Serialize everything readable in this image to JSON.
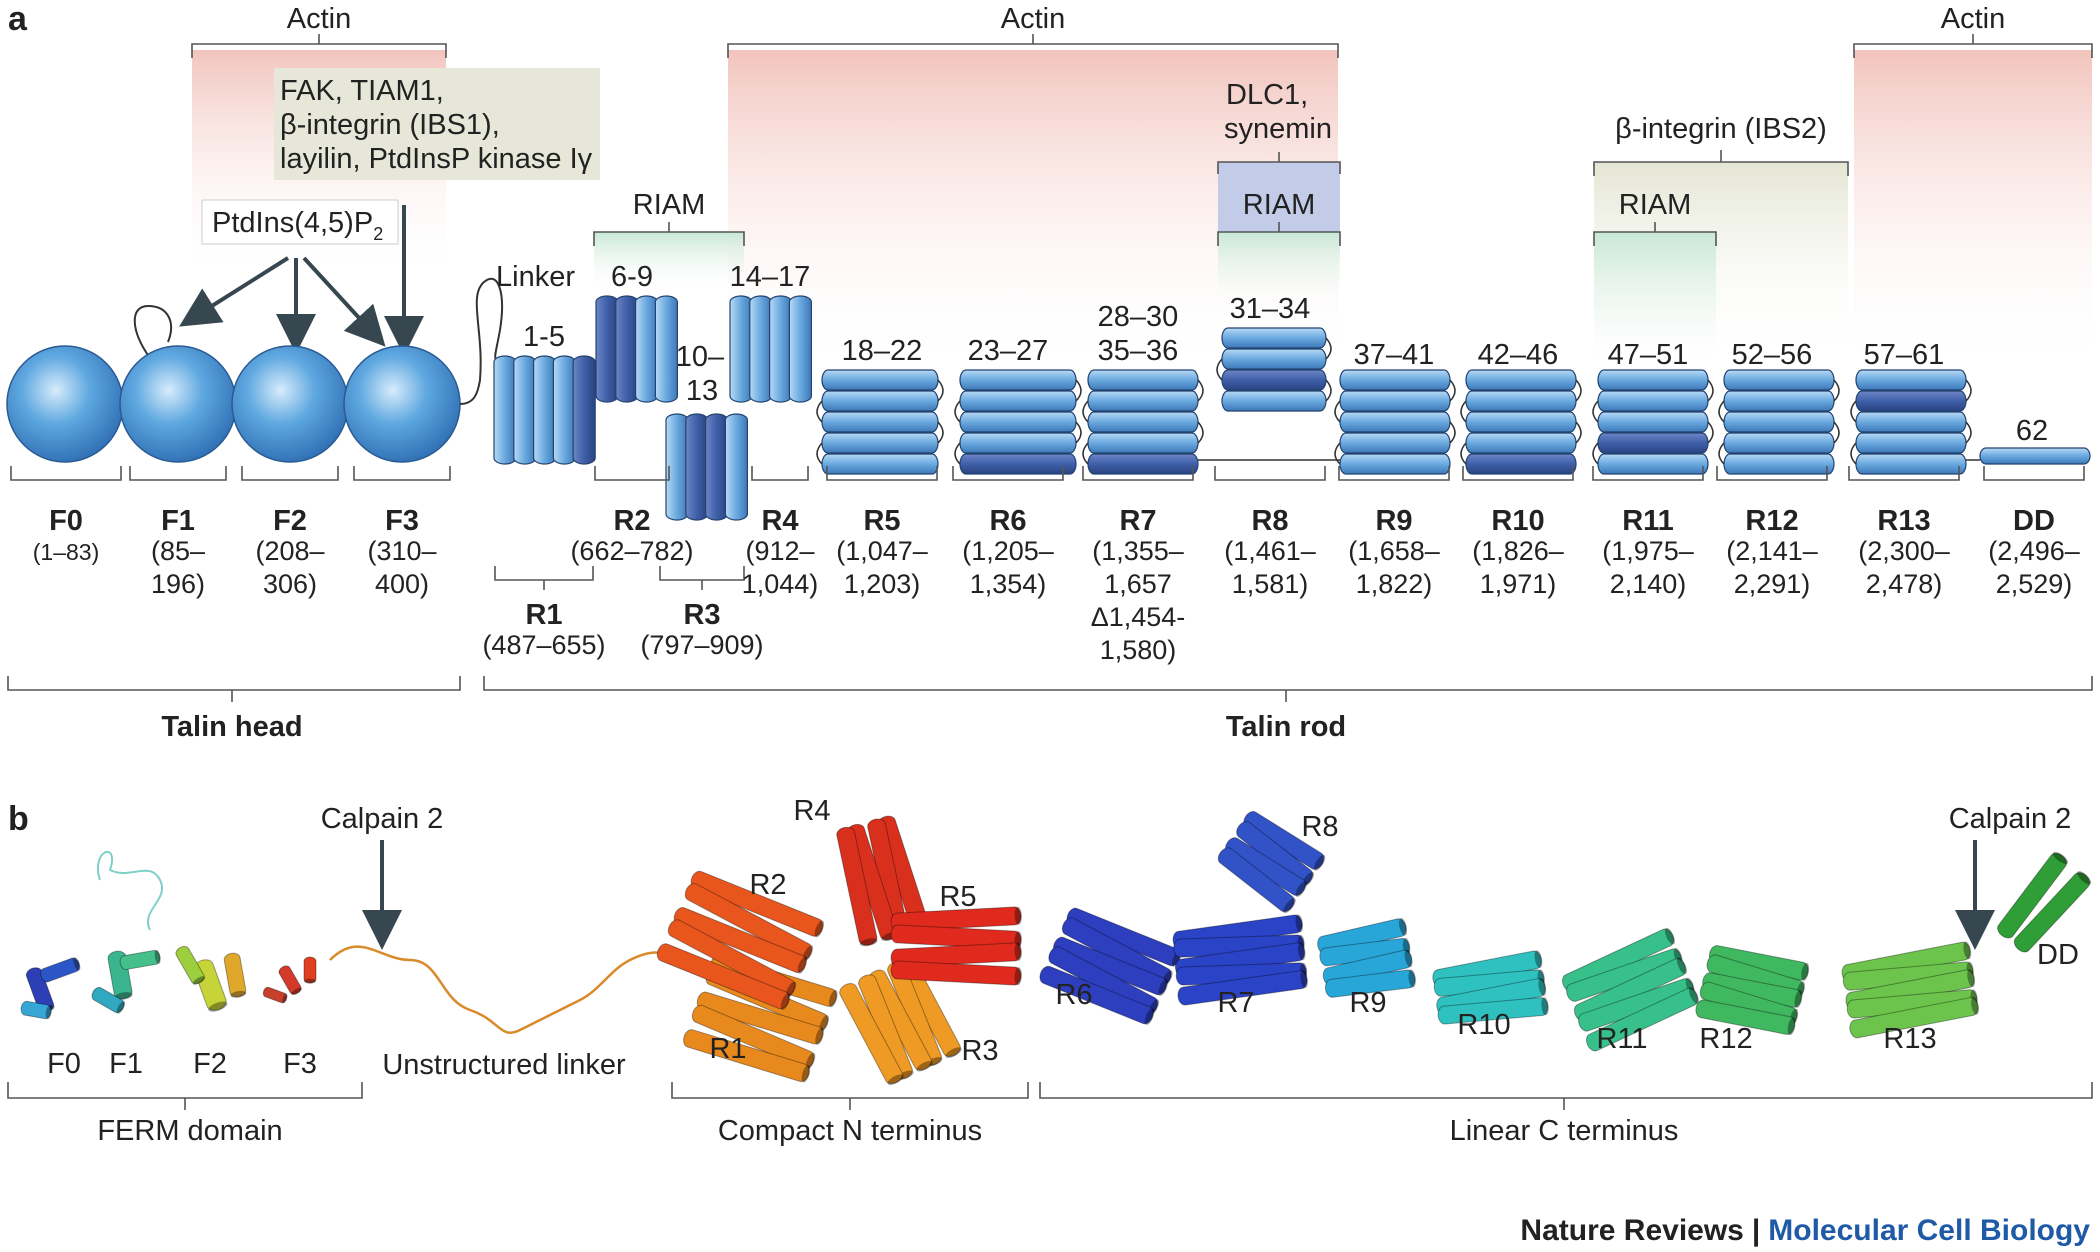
{
  "panel_a": {
    "label": "a",
    "actin_labels": [
      "Actin",
      "Actin",
      "Actin"
    ],
    "binder_box": [
      "FAK, TIAM1,",
      "β-integrin (IBS1),",
      "layilin, PtdInsP kinase Iγ"
    ],
    "pip2": "PtdIns(4,5)P",
    "pip2_sub": "2",
    "riam": "RIAM",
    "dlc1": [
      "DLC1,",
      "synemin"
    ],
    "integrin_ibs2": "β-integrin (IBS2)",
    "linker": "Linker",
    "helix_ranges": {
      "r1": "1-5",
      "r2": "6-9",
      "r3a": "10–",
      "r3b": "13",
      "r4": "14–17",
      "r5": "18–22",
      "r6": "23–27",
      "r7a": "28–30",
      "r7b": "35–36",
      "r8": "31–34",
      "r9": "37–41",
      "r10": "42–46",
      "r11": "47–51",
      "r12": "52–56",
      "r13": "57–61",
      "dd": "62"
    },
    "domains": [
      {
        "key": "F0",
        "name": "F0",
        "range": [
          "(1–83)"
        ]
      },
      {
        "key": "F1",
        "name": "F1",
        "range": [
          "(85–",
          "196)"
        ]
      },
      {
        "key": "F2",
        "name": "F2",
        "range": [
          "(208–",
          "306)"
        ]
      },
      {
        "key": "F3",
        "name": "F3",
        "range": [
          "(310–",
          "400)"
        ]
      },
      {
        "key": "R1",
        "name": "R1",
        "range": [
          "(487–655)"
        ]
      },
      {
        "key": "R2",
        "name": "R2",
        "range": [
          "(662–782)"
        ]
      },
      {
        "key": "R3",
        "name": "R3",
        "range": [
          "(797–909)"
        ]
      },
      {
        "key": "R4",
        "name": "R4",
        "range": [
          "(912–",
          "1,044)"
        ]
      },
      {
        "key": "R5",
        "name": "R5",
        "range": [
          "(1,047–",
          "1,203)"
        ]
      },
      {
        "key": "R6",
        "name": "R6",
        "range": [
          "(1,205–",
          "1,354)"
        ]
      },
      {
        "key": "R7",
        "name": "R7",
        "range": [
          "(1,355–",
          "1,657",
          "Δ1,454-",
          "1,580)"
        ]
      },
      {
        "key": "R8",
        "name": "R8",
        "range": [
          "(1,461–",
          "1,581)"
        ]
      },
      {
        "key": "R9",
        "name": "R9",
        "range": [
          "(1,658–",
          "1,822)"
        ]
      },
      {
        "key": "R10",
        "name": "R10",
        "range": [
          "(1,826–",
          "1,971)"
        ]
      },
      {
        "key": "R11",
        "name": "R11",
        "range": [
          "(1,975–",
          "2,140)"
        ]
      },
      {
        "key": "R12",
        "name": "R12",
        "range": [
          "(2,141–",
          "2,291)"
        ]
      },
      {
        "key": "R13",
        "name": "R13",
        "range": [
          "(2,300–",
          "2,478)"
        ]
      },
      {
        "key": "DD",
        "name": "DD",
        "range": [
          "(2,496–",
          "2,529)"
        ]
      }
    ],
    "talin_head": "Talin head",
    "talin_rod": "Talin rod"
  },
  "panel_b": {
    "label": "b",
    "calpain_left": "Calpain 2",
    "calpain_right": "Calpain 2",
    "ferm_labels": [
      "F0",
      "F1",
      "F2",
      "F3"
    ],
    "unstructured_linker": "Unstructured linker",
    "rod_labels": [
      "R1",
      "R2",
      "R3",
      "R4",
      "R5",
      "R6",
      "R7",
      "R8",
      "R9",
      "R10",
      "R11",
      "R12",
      "R13",
      "DD"
    ],
    "ferm_domain": "FERM domain",
    "compact_n": "Compact N terminus",
    "linear_c": "Linear C terminus"
  },
  "footer": {
    "journal": "Nature Reviews",
    "separator": "|",
    "section": "Molecular Cell Biology"
  },
  "colors": {
    "actin": "#f2c4bd",
    "binder": "#e6e7d9",
    "riam": "#c9e8d6",
    "riam_r8": "#c2cbe8",
    "ibs2": "#e4e5d3",
    "helix_light": "#7fb6e6",
    "helix_dark": "#3f5fa8",
    "sphere": "#4a9ad8",
    "brand_blue": "#1f5aa6"
  }
}
